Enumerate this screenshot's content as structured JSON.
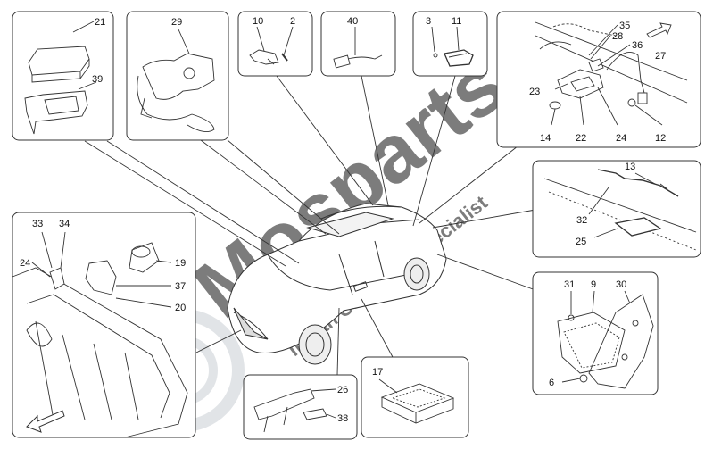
{
  "watermark": {
    "brand": "Mosparts",
    "tagline": "Italian Car Parts Specialist",
    "color": "#c9ced4",
    "accent": "#e23b3b"
  },
  "panels": {
    "p21": {
      "labels": [
        "21",
        "39"
      ]
    },
    "p29": {
      "labels": [
        "29"
      ]
    },
    "p10": {
      "labels": [
        "10",
        "2"
      ]
    },
    "p40": {
      "labels": [
        "40"
      ]
    },
    "p3": {
      "labels": [
        "3",
        "11"
      ]
    },
    "pmirror": {
      "labels": [
        "35",
        "28",
        "36",
        "27",
        "23",
        "14",
        "22",
        "24",
        "12"
      ]
    },
    "pboot": {
      "labels": [
        "13",
        "32",
        "25"
      ]
    },
    "pgrille": {
      "labels": [
        "33",
        "34",
        "24",
        "19",
        "37",
        "20"
      ]
    },
    "p31": {
      "labels": [
        "31",
        "9",
        "30",
        "6"
      ]
    },
    "p17": {
      "labels": [
        "17"
      ]
    },
    "p26": {
      "labels": [
        "26",
        "38"
      ]
    }
  }
}
